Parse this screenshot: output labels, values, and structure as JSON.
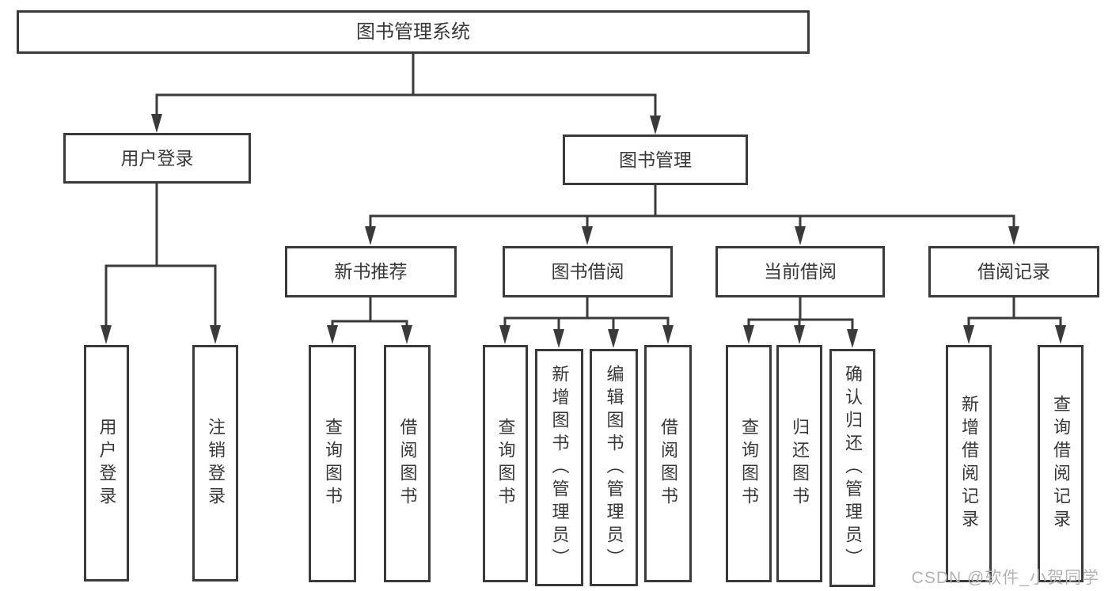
{
  "diagram": {
    "title": "图书管理系统",
    "nodes": [
      {
        "id": "root",
        "label": "图书管理系统",
        "parent": null,
        "level": 1
      },
      {
        "id": "user-login",
        "label": "用户登录",
        "parent": "root",
        "level": 2
      },
      {
        "id": "book-mgmt",
        "label": "图书管理",
        "parent": "root",
        "level": 2
      },
      {
        "id": "new-book-rec",
        "label": "新书推荐",
        "parent": "book-mgmt",
        "level": 3
      },
      {
        "id": "book-borrow",
        "label": "图书借阅",
        "parent": "book-mgmt",
        "level": 3
      },
      {
        "id": "current-borrow",
        "label": "当前借阅",
        "parent": "book-mgmt",
        "level": 3
      },
      {
        "id": "borrow-records",
        "label": "借阅记录",
        "parent": "book-mgmt",
        "level": 3
      },
      {
        "id": "leaf-user-login",
        "label": "用户登录",
        "parent": "user-login",
        "level": 4
      },
      {
        "id": "leaf-logout",
        "label": "注销登录",
        "parent": "user-login",
        "level": 4
      },
      {
        "id": "leaf-rec-query",
        "label": "查询图书",
        "parent": "new-book-rec",
        "level": 4
      },
      {
        "id": "leaf-rec-borrow",
        "label": "借阅图书",
        "parent": "new-book-rec",
        "level": 4
      },
      {
        "id": "leaf-bb-query",
        "label": "查询图书",
        "parent": "book-borrow",
        "level": 4
      },
      {
        "id": "leaf-bb-add",
        "label": "新增图书（管理员）",
        "parent": "book-borrow",
        "level": 4
      },
      {
        "id": "leaf-bb-edit",
        "label": "编辑图书（管理员）",
        "parent": "book-borrow",
        "level": 4
      },
      {
        "id": "leaf-bb-borrow",
        "label": "借阅图书",
        "parent": "book-borrow",
        "level": 4
      },
      {
        "id": "leaf-cb-query",
        "label": "查询图书",
        "parent": "current-borrow",
        "level": 4
      },
      {
        "id": "leaf-cb-return",
        "label": "归还图书",
        "parent": "current-borrow",
        "level": 4
      },
      {
        "id": "leaf-cb-confirm",
        "label": "确认归还（管理员）",
        "parent": "current-borrow",
        "level": 4
      },
      {
        "id": "leaf-br-add",
        "label": "新增借阅记录",
        "parent": "borrow-records",
        "level": 4
      },
      {
        "id": "leaf-br-query",
        "label": "查询借阅记录",
        "parent": "borrow-records",
        "level": 4
      }
    ]
  },
  "watermark": {
    "text": "CSDN @软件_小贺同学"
  },
  "colors": {
    "line": "#3a3a3a",
    "text": "#383838",
    "watermark": "#b3b3b3",
    "background": "#ffffff"
  }
}
